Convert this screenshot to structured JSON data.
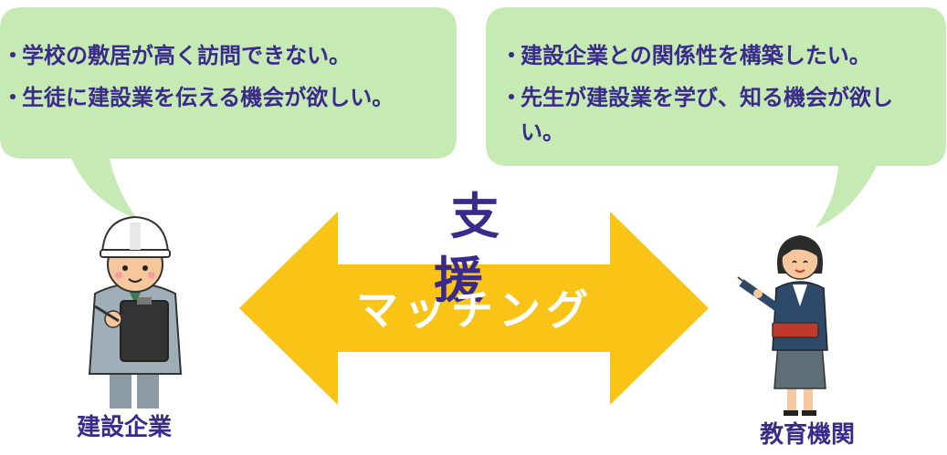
{
  "speech_bubbles": {
    "left": {
      "lines": [
        "学校の敷居が高く訪問できない。",
        "生徒に建設業を伝える機会が欲しい。"
      ]
    },
    "right": {
      "lines": [
        "建設企業との関係性を構築したい。",
        "先生が建設業を学び、知る機会が欲しい。"
      ]
    }
  },
  "center": {
    "support_label": "支援",
    "matching_label": "マッチング"
  },
  "parties": {
    "left_label": "建設企業",
    "right_label": "教育機関"
  },
  "colors": {
    "bubble_fill": "#c6eab3",
    "arrow_fill": "#f9c416",
    "heading_text": "#3a2a8c"
  },
  "icons": {
    "left_figure": "construction-worker-icon",
    "right_figure": "teacher-icon"
  }
}
